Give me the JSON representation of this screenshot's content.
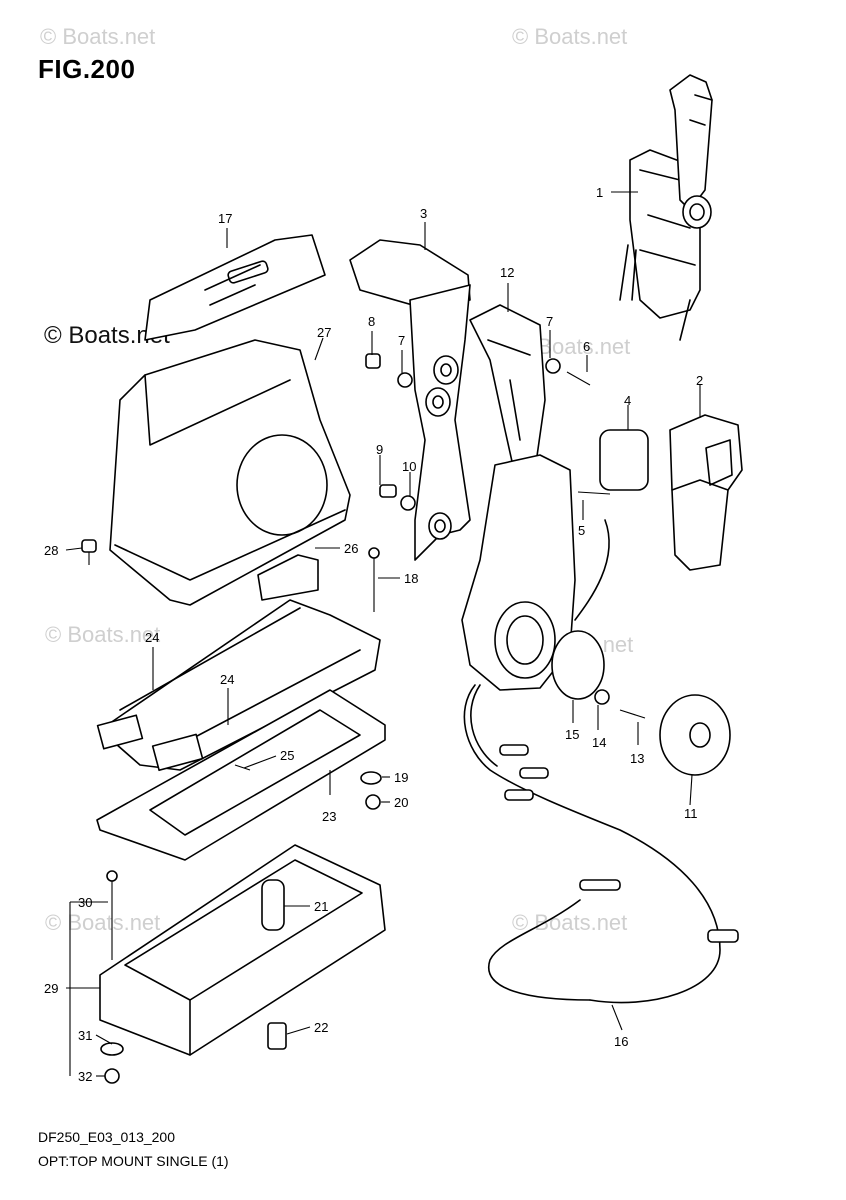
{
  "figure": {
    "title": "FIG.200",
    "code": "DF250_E03_013_200",
    "subtitle": "OPT:TOP MOUNT SINGLE (1)"
  },
  "watermarks": {
    "light": "© Boats.net",
    "dark": "© Boats.net"
  },
  "callouts": [
    "1",
    "2",
    "3",
    "4",
    "5",
    "6",
    "7",
    "7",
    "8",
    "9",
    "10",
    "11",
    "12",
    "13",
    "14",
    "15",
    "16",
    "17",
    "18",
    "19",
    "20",
    "21",
    "22",
    "23",
    "24",
    "24",
    "25",
    "26",
    "27",
    "28",
    "29",
    "30",
    "31",
    "32"
  ]
}
